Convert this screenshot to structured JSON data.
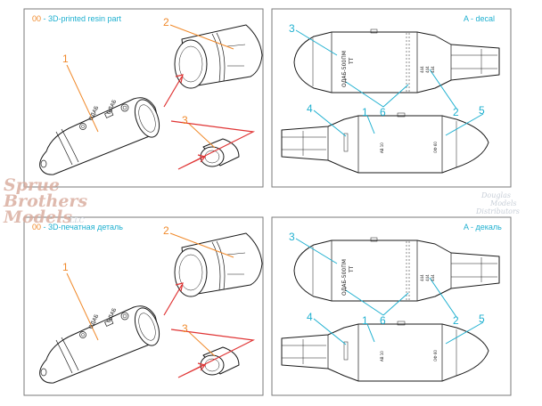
{
  "panels": {
    "top_left": {
      "code": "00",
      "caption": " - 3D-printed resin part",
      "callouts": [
        "1",
        "2",
        "3"
      ],
      "part_marking": "ОДАБ"
    },
    "top_right": {
      "tag": "A - decal",
      "callouts": [
        "3",
        "6",
        "2",
        "4",
        "1",
        "5"
      ],
      "stencils": {
        "designation": "ОДАБ-500ПМ",
        "filling": "ТТ",
        "weight_row": "444",
        "fuze_label": "ОФ 60",
        "serial": "АВ 10"
      }
    },
    "bottom_left": {
      "code": "00",
      "caption": " - 3D-печатная деталь",
      "callouts": [
        "1",
        "2",
        "3"
      ],
      "part_marking": "ОДАБ"
    },
    "bottom_right": {
      "tag": "A - декаль",
      "callouts": [
        "3",
        "6",
        "2",
        "4",
        "1",
        "5"
      ],
      "stencils": {
        "designation": "ОДАБ-500ПМ",
        "filling": "ТТ",
        "weight_row": "444",
        "fuze_label": "ОФ 60",
        "serial": "АВ 10"
      }
    }
  },
  "watermarks": {
    "left": [
      "Sprue",
      "Brothers",
      "Models",
      "LLC"
    ],
    "right": [
      "Douglas",
      "Models",
      "Distributors"
    ]
  },
  "colors": {
    "callout_orange": "#f0892a",
    "callout_cyan": "#1fb0d0",
    "arrow_red": "#e03434",
    "frame": "#7a7a7a"
  }
}
